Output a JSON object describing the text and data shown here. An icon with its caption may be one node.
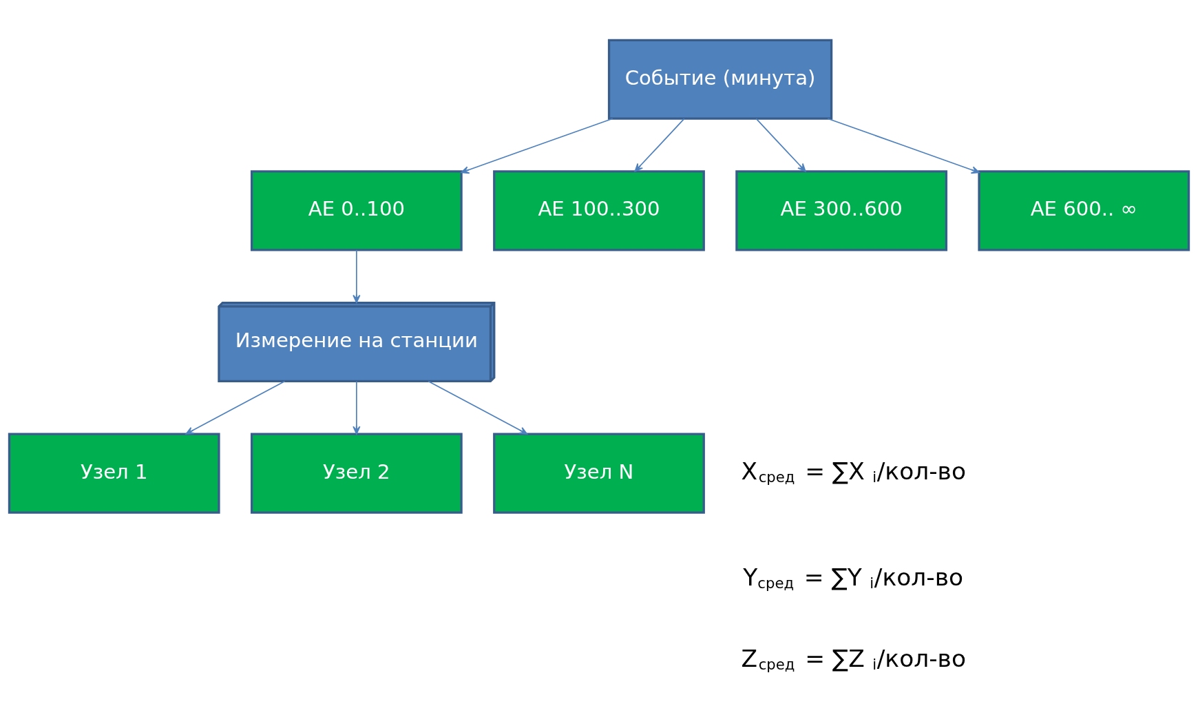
{
  "diagram": {
    "nodes": [
      {
        "text": [
          "Событие (минута)"
        ]
      },
      {
        "text": [
          "AE 0..100"
        ]
      },
      {
        "text": [
          "AE 100..300"
        ]
      },
      {
        "text": [
          "AE 300..600"
        ]
      },
      {
        "text": [
          "AE 600.. ∞"
        ]
      },
      {
        "text": [
          "Измерение на станции"
        ]
      },
      {
        "text": [
          "Узел 1"
        ]
      },
      {
        "text": [
          "Узел 2"
        ]
      },
      {
        "text": [
          "Узел N"
        ]
      }
    ],
    "edges": [
      {
        "from": 0,
        "to": 1,
        "arrow": "to"
      },
      {
        "from": 0,
        "to": 2,
        "arrow": "to"
      },
      {
        "from": 0,
        "to": 3,
        "arrow": "to"
      },
      {
        "from": 0,
        "to": 4,
        "arrow": "to"
      },
      {
        "from": 1,
        "to": 5,
        "arrow": "to"
      },
      {
        "from": 5,
        "to": 6,
        "arrow": "to"
      },
      {
        "from": 5,
        "to": 7,
        "arrow": "to"
      },
      {
        "from": 5,
        "to": 8,
        "arrow": "to"
      }
    ],
    "labels": [
      "X$_{сред}$ = ∑X$_{i}$/кол-во",
      "Y$_{сред}$ = ∑Y$_{i}$/кол-во",
      "Z$_{сред}$ = ∑Z$_{i}$/кол-во"
    ]
  }
}
